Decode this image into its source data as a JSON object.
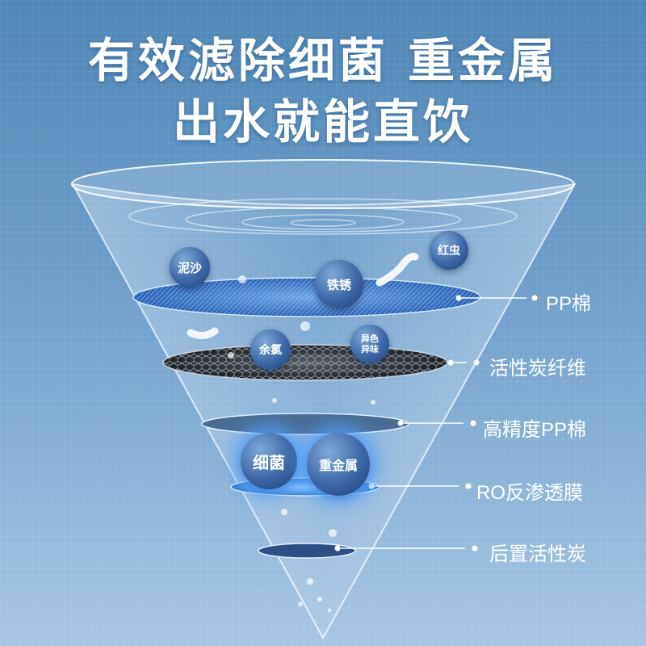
{
  "headline": {
    "line1": "有效滤除细菌 重金属",
    "line2": "出水就能直饮"
  },
  "particles": {
    "mud": "泥沙",
    "rust": "铁锈",
    "worm": "红虫",
    "chlorine": "余氯",
    "odor_line1": "异色",
    "odor_line2": "异味",
    "bacteria": "细菌",
    "heavy_metal": "重金属"
  },
  "layers": [
    {
      "label": "PP棉"
    },
    {
      "label": "活性炭纤维"
    },
    {
      "label": "高精度PP棉"
    },
    {
      "label": "RO反渗透膜"
    },
    {
      "label": "后置活性炭"
    }
  ],
  "colors": {
    "background_top": "#4e87b8",
    "background_bottom": "#a8c6e2",
    "ball_blue": "#3c67a8",
    "glow": "#50a0ff"
  }
}
